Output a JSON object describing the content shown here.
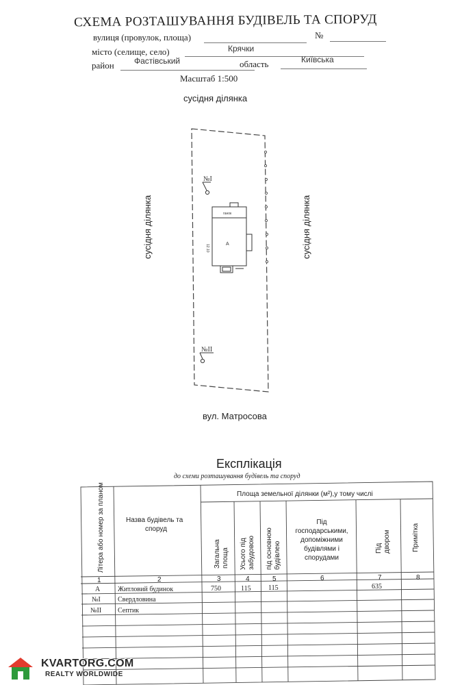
{
  "header": {
    "title": "СХЕМА РОЗТАШУВАННЯ БУДІВЕЛЬ ТА СПОРУД",
    "street_label": "вулиця (провулок, площа)",
    "number_label": "№",
    "city_label": "місто (селище, село)",
    "city_value": "Крячки",
    "district_label": "район",
    "district_value": "Фастівський",
    "region_label": "область",
    "region_value": "Київська",
    "scale": "Масштаб 1:500"
  },
  "plan": {
    "top_label": "сусідня ділянка",
    "left_label": "сусідня ділянка",
    "right_label": "сусідня ділянка",
    "bottom_label": "вул. Матросова",
    "marker_1": "№I",
    "marker_2": "№II",
    "building_letter": "А",
    "building_top_text": "ганок",
    "building_side_text": "12.10"
  },
  "explication": {
    "title": "Експлікація",
    "subtitle": "до схеми розташування будівель та споруд",
    "col1_header": "Літера або номер за планом",
    "col2_header": "Назва будівель та споруд",
    "group_header": "Площа земельної ділянки (м²),у тому числі",
    "col3_header": "Загальна площа",
    "col4_header": "Усього під забудовою",
    "col5_header": "під основною будівлею",
    "col6_header": "Під господарськими, допоміжними будівлями і спорудами",
    "col7_header": "Під двором",
    "col8_header": "Примітка",
    "col_numbers": [
      "1",
      "2",
      "3",
      "4",
      "5",
      "6",
      "7",
      "8"
    ],
    "rows": [
      {
        "letter": "А",
        "name": "Житловий будинок",
        "total": "750",
        "built": "115",
        "main": "115",
        "aux": "",
        "yard": "635",
        "note": ""
      },
      {
        "letter": "№I",
        "name": "Свердловина",
        "total": "",
        "built": "",
        "main": "",
        "aux": "",
        "yard": "",
        "note": ""
      },
      {
        "letter": "№II",
        "name": "Септик",
        "total": "",
        "built": "",
        "main": "",
        "aux": "",
        "yard": "",
        "note": ""
      }
    ]
  },
  "watermark": {
    "name": "KVARTORG.COM",
    "tagline": "REALTY WORLDWIDE"
  }
}
